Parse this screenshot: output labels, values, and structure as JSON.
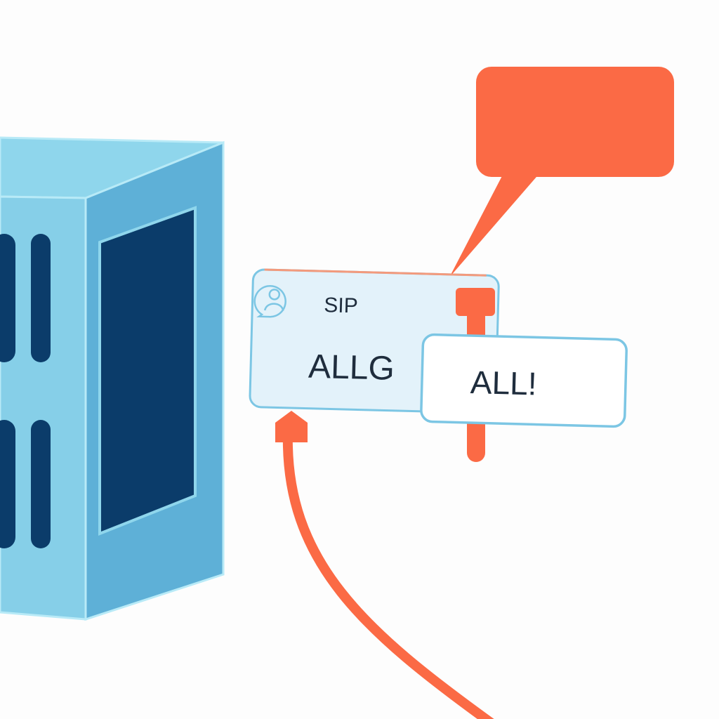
{
  "colors": {
    "server_light": "#8fd3ea",
    "server_mid": "#5fb2d8",
    "server_dark": "#0b3c6a",
    "accent_orange": "#fb6a45",
    "card_fill": "#e3f2fa",
    "card_border": "#7cc6e4",
    "text": "#1f2d3d"
  },
  "card_main": {
    "label": "SIP",
    "value": "ALLG",
    "icon": "user-chat-icon"
  },
  "card_popup": {
    "value": "ALL!"
  }
}
